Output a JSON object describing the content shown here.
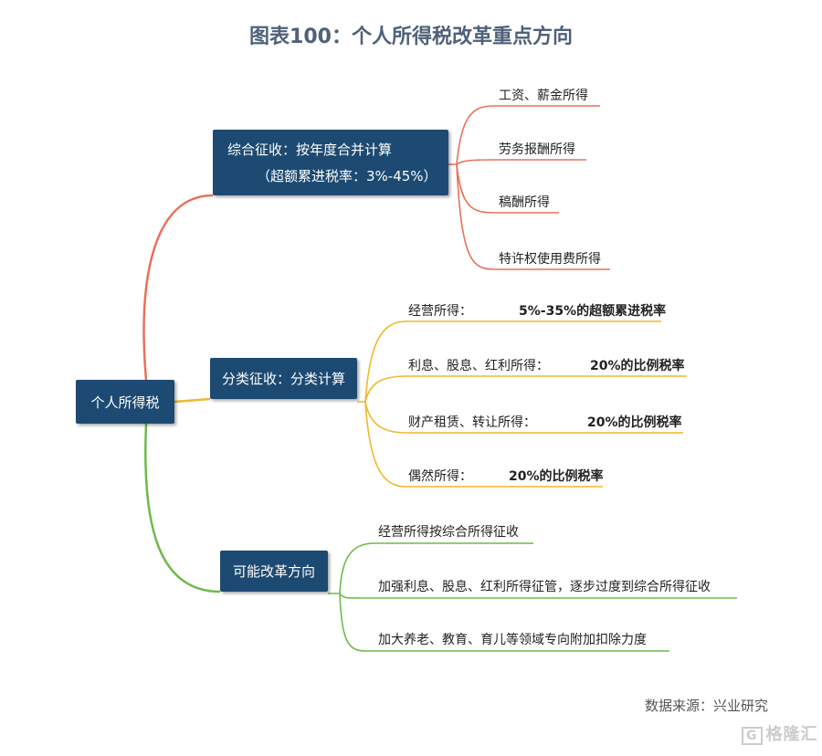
{
  "title": "图表100：个人所得税改革重点方向",
  "root": "个人所得税",
  "branches": {
    "comprehensive": {
      "line1": "综合征收：按年度合并计算",
      "line2": "（超额累进税率：3%-45%）",
      "color": "#e8705a",
      "items": [
        "工资、薪金所得",
        "劳务报酬所得",
        "稿酬所得",
        "特许权使用费所得"
      ]
    },
    "classified": {
      "label": "分类征收：分类计算",
      "color": "#f0b82a",
      "items": [
        {
          "name": "经营所得：",
          "rate": "5%-35%的超额累进税率"
        },
        {
          "name": "利息、股息、红利所得：",
          "rate": "20%的比例税率"
        },
        {
          "name": "财产租赁、转让所得：",
          "rate": "20%的比例税率"
        },
        {
          "name": "偶然所得：",
          "rate": "20%的比例税率"
        }
      ]
    },
    "reform": {
      "label": "可能改革方向",
      "color": "#6dbb4a",
      "items": [
        "经营所得按综合所得征收",
        "加强利息、股息、红利所得征管，逐步过度到综合所得征收",
        "加大养老、教育、育儿等领域专向附加扣除力度"
      ]
    }
  },
  "source": "数据来源：兴业研究",
  "watermark": "格隆汇"
}
